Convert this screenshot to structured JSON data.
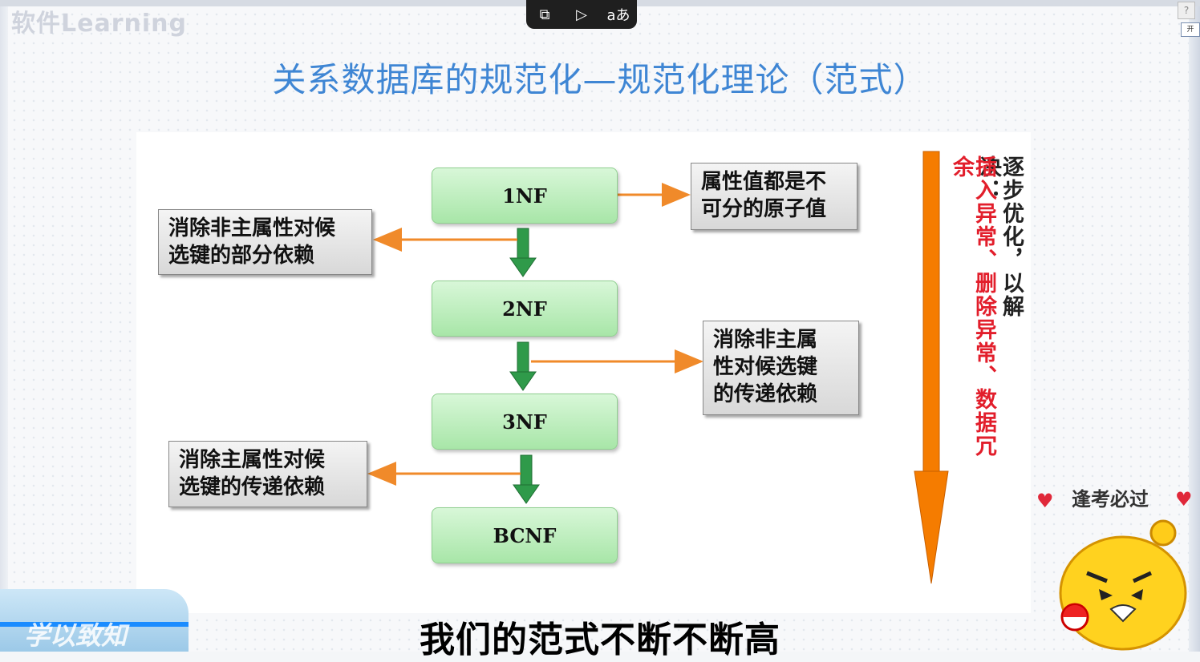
{
  "title": "关系数据库的规范化—规范化理论（范式）",
  "watermark": "软件Learning",
  "toolbar": {
    "icons": [
      "screenshot-icon",
      "video-ai-icon",
      "translate-icon"
    ],
    "glyph_screenshot": "⧉",
    "glyph_video": "▷",
    "glyph_translate": "aあ"
  },
  "corner": {
    "help": "?",
    "tab": "开"
  },
  "nf_boxes": [
    "1NF",
    "2NF",
    "3NF",
    "BCNF"
  ],
  "notes": {
    "nf1": "属性值都是不可分的原子值",
    "nf1_line1": "属性值都是不",
    "nf1_line2": "可分的原子值",
    "nf2_line1": "消除非主属性对候",
    "nf2_line2": "选键的部分依赖",
    "nf3_line1": "消除非主属",
    "nf3_line2": "性对候选键",
    "nf3_line3": "的传递依赖",
    "bcnf_line1": "消除主属性对候",
    "bcnf_line2": "选键的传递依赖"
  },
  "side": {
    "black": "逐步优化，以解决：",
    "red": "插入异常、删除异常、数据冗余"
  },
  "subtitle": "我们的范式不断不断高",
  "bottom_logo": "学以致知",
  "badge": "逢考必过",
  "colors": {
    "title": "#3f86d4",
    "nf_box": "#a8e6a8",
    "flow_arrow": "#2f9a4a",
    "side_arrow": "#f57c00",
    "connector": "#f08a2a",
    "red_text": "#e21e2b"
  }
}
